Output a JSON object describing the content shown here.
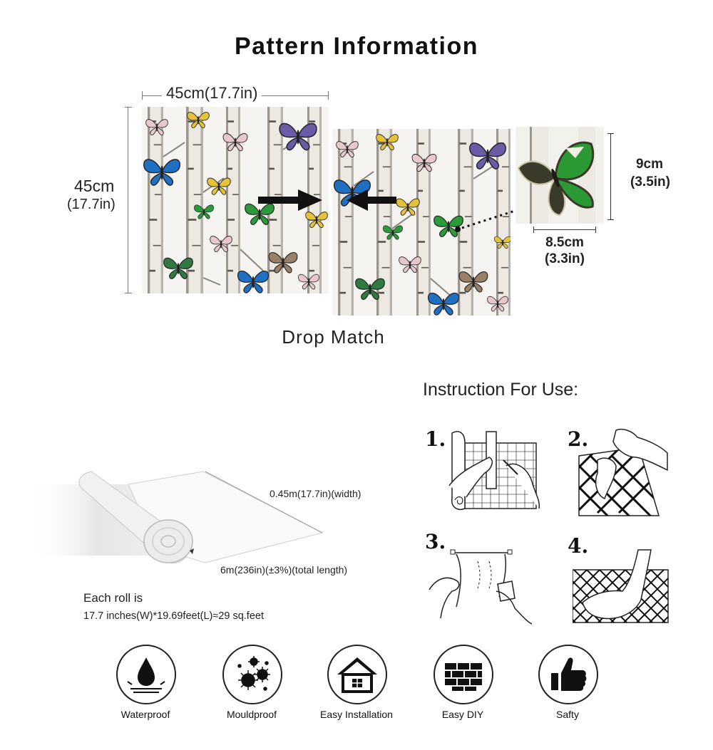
{
  "title": "Pattern Information",
  "pattern": {
    "width_label": "45cm(17.7in)",
    "height_label_cm": "45cm",
    "height_label_in": "(17.7in)",
    "motif_height_cm": "9cm",
    "motif_height_in": "(3.5in)",
    "motif_width_cm": "8.5cm",
    "motif_width_in": "(3.3in)",
    "match_type": "Drop Match"
  },
  "roll": {
    "width_label": "0.45m(17.7in)(width)",
    "length_label": "6m(236in)(±3%)(total length)",
    "each_roll_title": "Each roll is",
    "each_roll_detail": "17.7 inches(W)*19.69feet(L)≈29 sq.feet"
  },
  "instructions": {
    "title": "Instruction For Use:",
    "steps": [
      "1.",
      "2.",
      "3.",
      "4."
    ]
  },
  "features": [
    {
      "label": "Waterproof",
      "icon": "water-drop-icon"
    },
    {
      "label": "Mouldproof",
      "icon": "mould-spores-icon"
    },
    {
      "label": "Easy Installation",
      "icon": "house-icon"
    },
    {
      "label": "Easy DIY",
      "icon": "brick-wall-icon"
    },
    {
      "label": "Safty",
      "icon": "thumbs-up-icon"
    }
  ],
  "colors": {
    "butterfly_blue": "#1f6fc2",
    "butterfly_green": "#2a9a3a",
    "butterfly_yellow": "#e4c23a",
    "butterfly_purple": "#6a5aa8",
    "butterfly_pink": "#e8c8cc",
    "trunk": "#e9e7e2",
    "bark": "#555049"
  }
}
